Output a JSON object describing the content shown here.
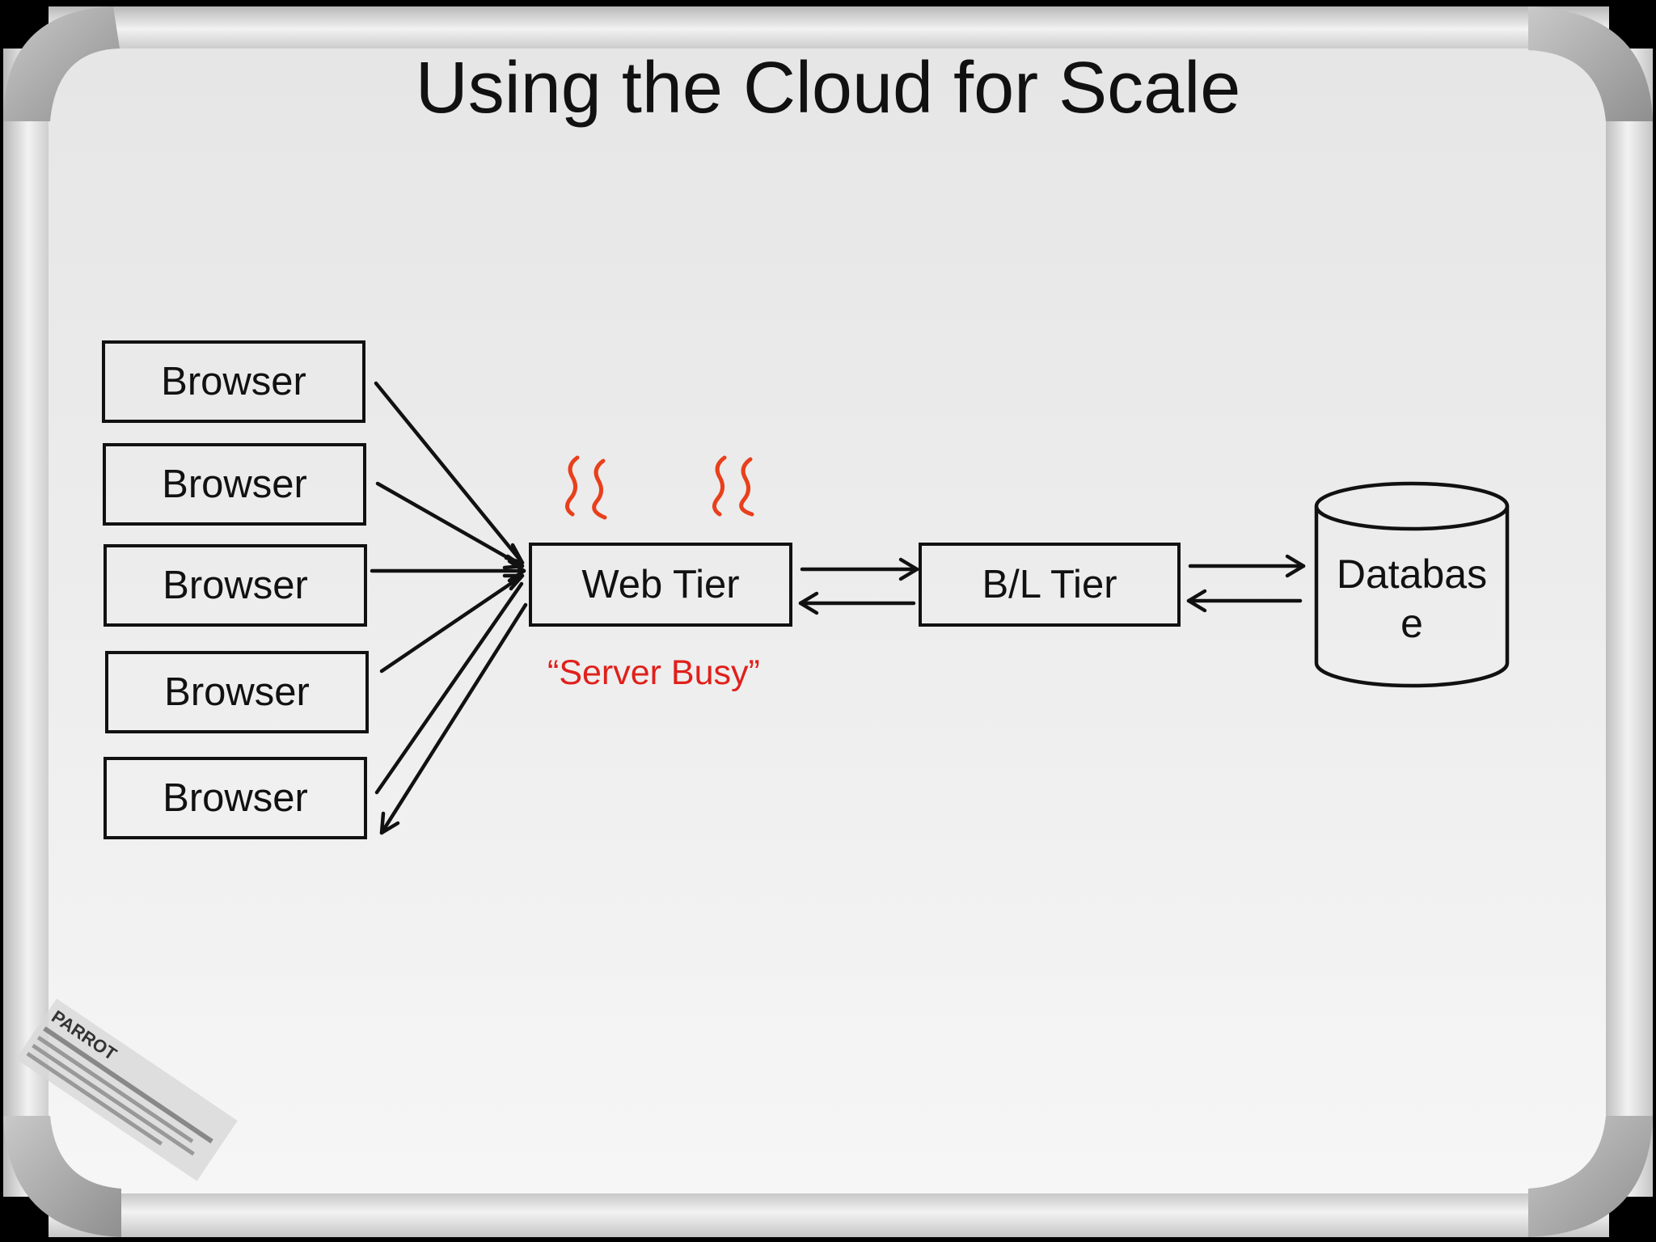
{
  "slide": {
    "title": "Using the Cloud for Scale"
  },
  "diagram": {
    "browsers": [
      "Browser",
      "Browser",
      "Browser",
      "Browser",
      "Browser"
    ],
    "web_tier": "Web Tier",
    "bl_tier": "B/L Tier",
    "database_line1": "Databas",
    "database_line2": "e",
    "status_note": "“Server Busy”",
    "heat_color": "#e8401c",
    "status_color": "#e0201b"
  },
  "board": {
    "brand": "PARROT"
  }
}
